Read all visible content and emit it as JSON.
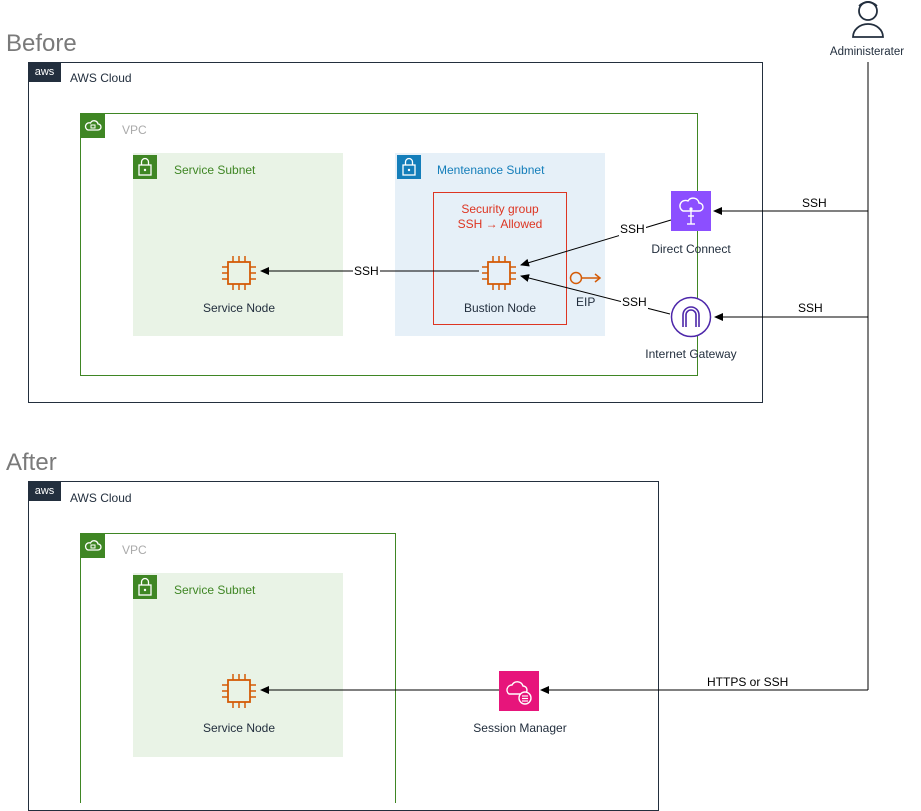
{
  "before": {
    "title": "Before",
    "cloud_label": "AWS Cloud",
    "aws_badge": "aws",
    "vpc_label": "VPC",
    "service_subnet_label": "Service Subnet",
    "maintenance_subnet_label": "Mentenance Subnet",
    "security_group_line1": "Security group",
    "security_group_line2": "SSH → Allowed",
    "service_node_label": "Service Node",
    "bastion_node_label": "Bustion Node",
    "eip_label": "EIP",
    "direct_connect_label": "Direct Connect",
    "internet_gateway_label": "Internet Gateway",
    "edge_bastion_to_service": "SSH",
    "edge_dc_to_bastion": "SSH",
    "edge_igw_to_bastion": "SSH",
    "edge_admin_to_dc": "SSH",
    "edge_admin_to_igw": "SSH"
  },
  "after": {
    "title": "After",
    "cloud_label": "AWS Cloud",
    "aws_badge": "aws",
    "vpc_label": "VPC",
    "service_subnet_label": "Service Subnet",
    "service_node_label": "Service Node",
    "session_manager_label": "Session Manager",
    "edge_admin_to_sm": "HTTPS or SSH"
  },
  "administrator_label": "Administerater",
  "colors": {
    "aws_dark": "#232f3e",
    "vpc_green": "#3f8624",
    "maintenance_blue": "#147eba",
    "ec2_orange": "#d45b07",
    "security_group_red": "#dd3522",
    "direct_connect_purple": "#8c4fff",
    "session_manager_pink": "#e7157b"
  },
  "icons": {
    "ec2": "ec2-instance-icon",
    "direct_connect": "direct-connect-icon",
    "internet_gateway": "internet-gateway-icon",
    "session_manager": "session-manager-icon",
    "eip": "elastic-ip-icon",
    "user": "user-icon",
    "lock": "lock-icon",
    "cloud": "cloud-icon"
  }
}
